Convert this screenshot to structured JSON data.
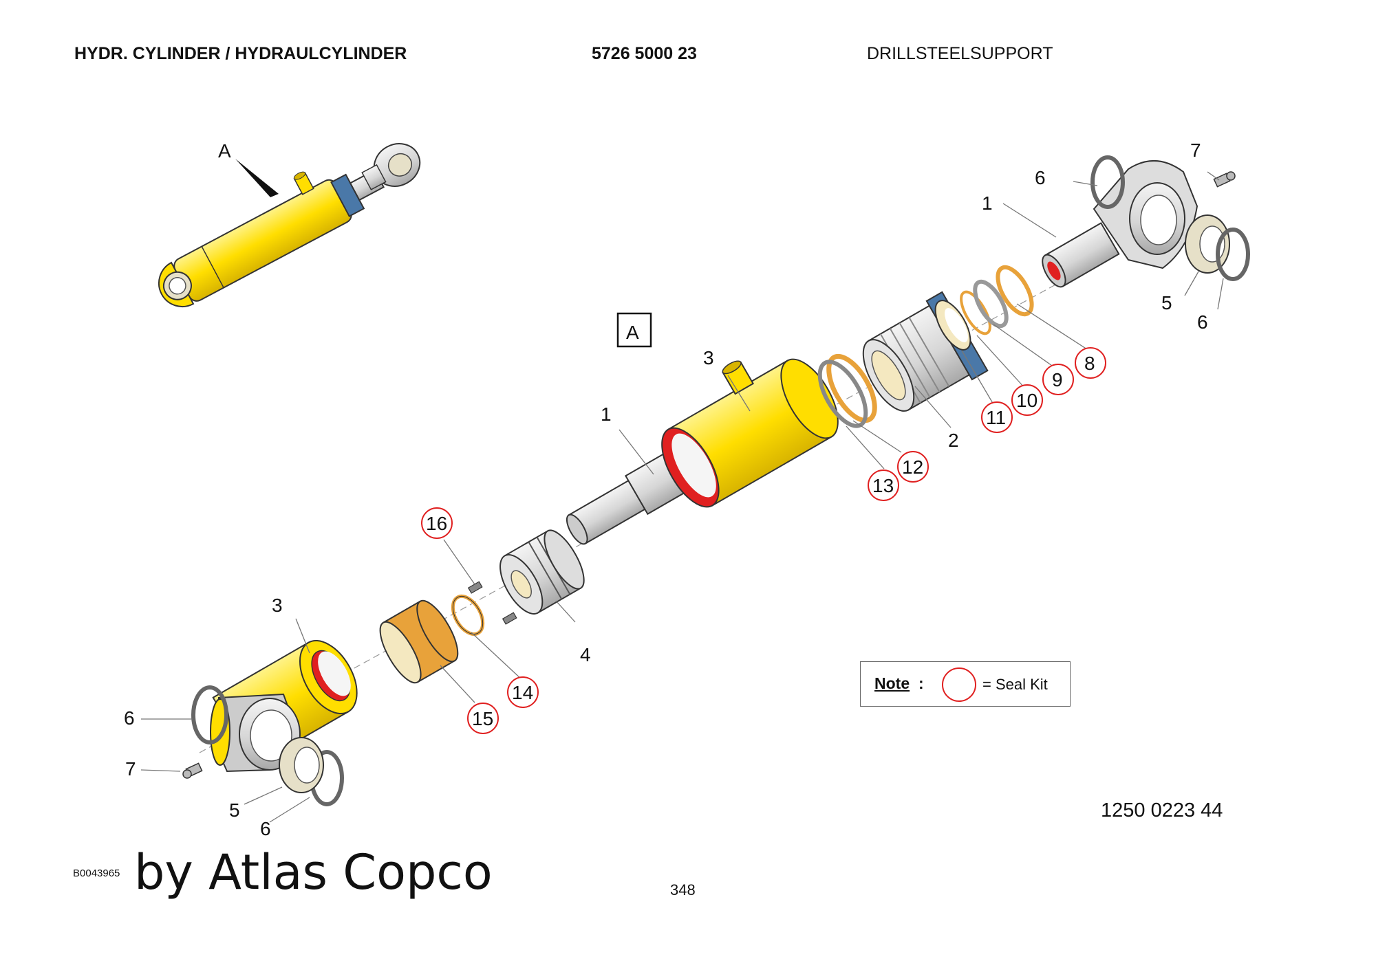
{
  "header": {
    "title": "HYDR. CYLINDER / HYDRAULCYLINDER",
    "part_number": "5726 5000 23",
    "section": "DRILLSTEELSUPPORT"
  },
  "overview": {
    "view_label": "A"
  },
  "view_box_label": "A",
  "part_labels": {
    "p1_upper": "1",
    "p1_top": "1",
    "p2": "2",
    "p3_center": "3",
    "p3_bottom": "3",
    "p4": "4",
    "p5_top": "5",
    "p5_bottom": "5",
    "p6_top_a": "6",
    "p6_top_b": "6",
    "p6_bottom_a": "6",
    "p6_bottom_b": "6",
    "p7_top": "7",
    "p7_bottom": "7"
  },
  "seal_labels": {
    "s8": "8",
    "s9": "9",
    "s10": "10",
    "s11": "11",
    "s12": "12",
    "s13": "13",
    "s14": "14",
    "s15": "15",
    "s16": "16"
  },
  "note": {
    "label": "Note",
    "colon": ":",
    "text": "= Seal Kit"
  },
  "doc_number": "1250 0223 44",
  "image_code": "B0043965",
  "brand": "by Atlas Copco",
  "page_number": "348",
  "colors": {
    "cylinder_yellow": "#ffde00",
    "seal_circle_red": "#e02020",
    "gland_blue": "#4a78a8",
    "bushing_orange": "#e8a23a",
    "steel_gray": "#d8d8d8"
  }
}
